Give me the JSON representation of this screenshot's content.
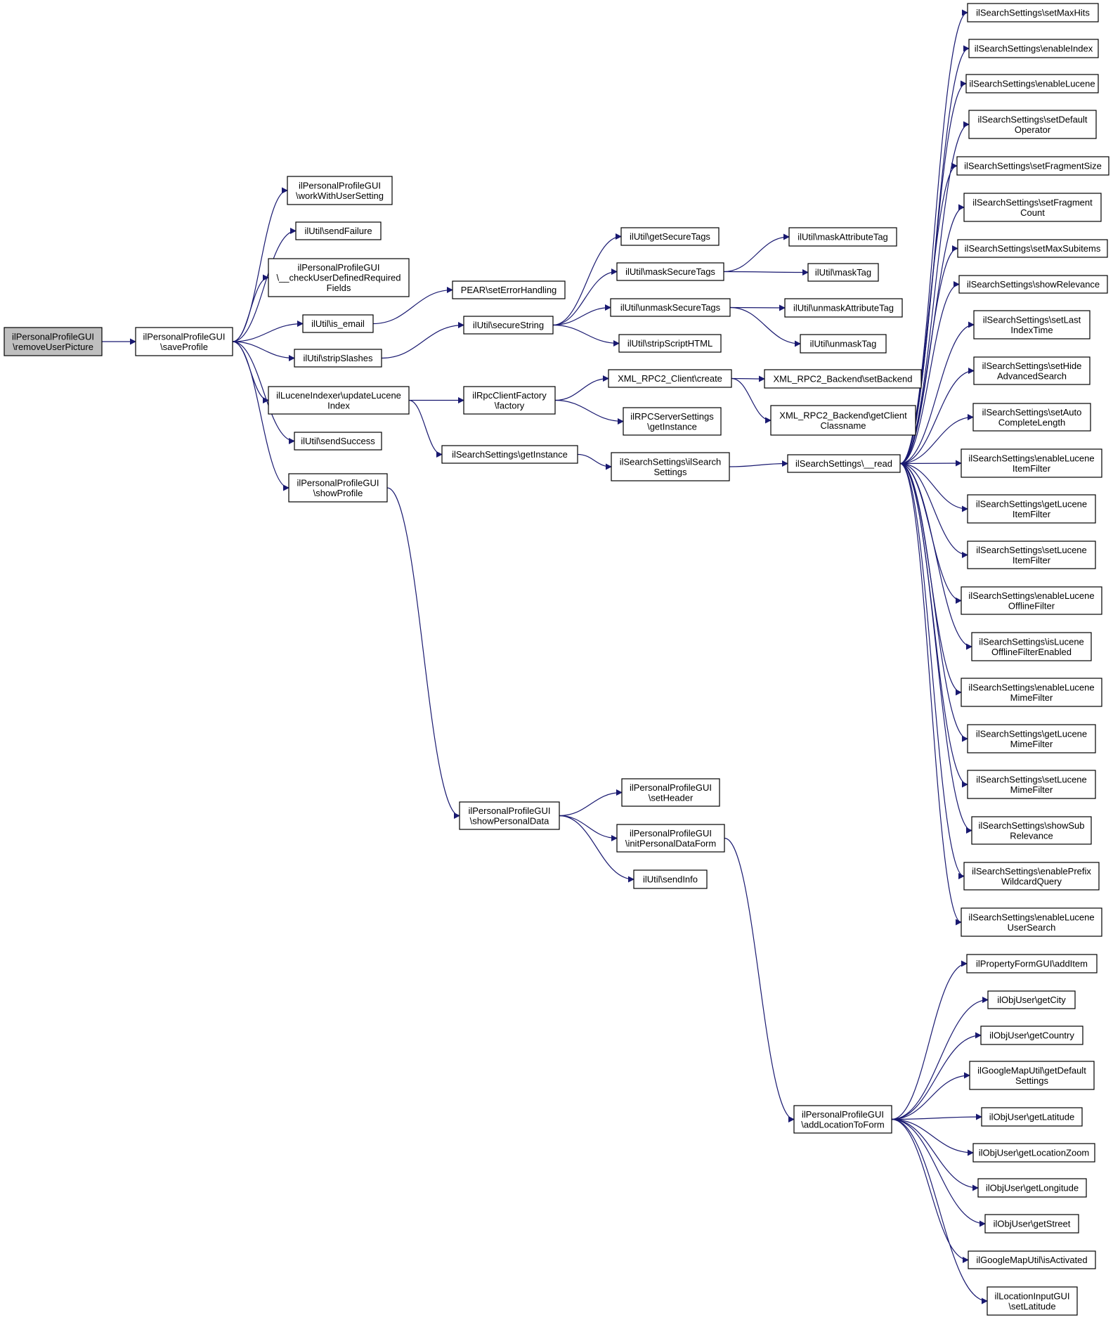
{
  "colors": {
    "edge": "#191970",
    "root_fill": "#bfbfbf",
    "node_border": "#000000"
  },
  "nodes": {
    "removeUserPicture": [
      "ilPersonalProfileGUI",
      "\\removeUserPicture"
    ],
    "saveProfile": [
      "ilPersonalProfileGUI",
      "\\saveProfile"
    ],
    "workWithUserSetting": [
      "ilPersonalProfileGUI",
      "\\workWithUserSetting"
    ],
    "sendFailure": [
      "ilUtil\\sendFailure"
    ],
    "checkUserDefinedRequiredFields": [
      "ilPersonalProfileGUI",
      "\\__checkUserDefinedRequired",
      "Fields"
    ],
    "is_email": [
      "ilUtil\\is_email"
    ],
    "stripSlashes": [
      "ilUtil\\stripSlashes"
    ],
    "updateLuceneIndex": [
      "ilLuceneIndexer\\updateLucene",
      "Index"
    ],
    "sendSuccess": [
      "ilUtil\\sendSuccess"
    ],
    "showProfile": [
      "ilPersonalProfileGUI",
      "\\showProfile"
    ],
    "setErrorHandling": [
      "PEAR\\setErrorHandling"
    ],
    "secureString": [
      "ilUtil\\secureString"
    ],
    "factory": [
      "ilRpcClientFactory",
      "\\factory"
    ],
    "getInstance": [
      "ilSearchSettings\\getInstance"
    ],
    "showPersonalData": [
      "ilPersonalProfileGUI",
      "\\showPersonalData"
    ],
    "getSecureTags": [
      "ilUtil\\getSecureTags"
    ],
    "maskSecureTags": [
      "ilUtil\\maskSecureTags"
    ],
    "unmaskSecureTags": [
      "ilUtil\\unmaskSecureTags"
    ],
    "stripScriptHTML": [
      "ilUtil\\stripScriptHTML"
    ],
    "xmlCreate": [
      "XML_RPC2_Client\\create"
    ],
    "rpcGetInstance": [
      "ilRPCServerSettings",
      "\\getInstance"
    ],
    "ilSearchSettingsCtor": [
      "ilSearchSettings\\ilSearch",
      "Settings"
    ],
    "setHeader": [
      "ilPersonalProfileGUI",
      "\\setHeader"
    ],
    "initPersonalDataForm": [
      "ilPersonalProfileGUI",
      "\\initPersonalDataForm"
    ],
    "sendInfo": [
      "ilUtil\\sendInfo"
    ],
    "maskAttributeTag": [
      "ilUtil\\maskAttributeTag"
    ],
    "maskTag": [
      "ilUtil\\maskTag"
    ],
    "unmaskAttributeTag": [
      "ilUtil\\unmaskAttributeTag"
    ],
    "unmaskTag": [
      "ilUtil\\unmaskTag"
    ],
    "setBackend": [
      "XML_RPC2_Backend\\setBackend"
    ],
    "getClientClassname": [
      "XML_RPC2_Backend\\getClient",
      "Classname"
    ],
    "read": [
      "ilSearchSettings\\__read"
    ],
    "addLocationToForm": [
      "ilPersonalProfileGUI",
      "\\addLocationToForm"
    ],
    "setMaxHits": [
      "ilSearchSettings\\setMaxHits"
    ],
    "enableIndex": [
      "ilSearchSettings\\enableIndex"
    ],
    "enableLucene": [
      "ilSearchSettings\\enableLucene"
    ],
    "setDefaultOperator": [
      "ilSearchSettings\\setDefault",
      "Operator"
    ],
    "setFragmentSize": [
      "ilSearchSettings\\setFragmentSize"
    ],
    "setFragmentCount": [
      "ilSearchSettings\\setFragment",
      "Count"
    ],
    "setMaxSubitems": [
      "ilSearchSettings\\setMaxSubitems"
    ],
    "showRelevance": [
      "ilSearchSettings\\showRelevance"
    ],
    "setLastIndexTime": [
      "ilSearchSettings\\setLast",
      "IndexTime"
    ],
    "setHideAdvancedSearch": [
      "ilSearchSettings\\setHide",
      "AdvancedSearch"
    ],
    "setAutoCompleteLength": [
      "ilSearchSettings\\setAuto",
      "CompleteLength"
    ],
    "enableLuceneItemFilter": [
      "ilSearchSettings\\enableLucene",
      "ItemFilter"
    ],
    "getLuceneItemFilter": [
      "ilSearchSettings\\getLucene",
      "ItemFilter"
    ],
    "setLuceneItemFilter": [
      "ilSearchSettings\\setLucene",
      "ItemFilter"
    ],
    "enableLuceneOfflineFilter": [
      "ilSearchSettings\\enableLucene",
      "OfflineFilter"
    ],
    "isLuceneOfflineFilterEnabled": [
      "ilSearchSettings\\isLucene",
      "OfflineFilterEnabled"
    ],
    "enableLuceneMimeFilter": [
      "ilSearchSettings\\enableLucene",
      "MimeFilter"
    ],
    "getLuceneMimeFilter": [
      "ilSearchSettings\\getLucene",
      "MimeFilter"
    ],
    "setLuceneMimeFilter": [
      "ilSearchSettings\\setLucene",
      "MimeFilter"
    ],
    "showSubRelevance": [
      "ilSearchSettings\\showSub",
      "Relevance"
    ],
    "enablePrefixWildcardQuery": [
      "ilSearchSettings\\enablePrefix",
      "WildcardQuery"
    ],
    "enableLuceneUserSearch": [
      "ilSearchSettings\\enableLucene",
      "UserSearch"
    ],
    "addItem": [
      "ilPropertyFormGUI\\addItem"
    ],
    "getCity": [
      "ilObjUser\\getCity"
    ],
    "getCountry": [
      "ilObjUser\\getCountry"
    ],
    "getDefaultSettings": [
      "ilGoogleMapUtil\\getDefault",
      "Settings"
    ],
    "getLatitude": [
      "ilObjUser\\getLatitude"
    ],
    "getLocationZoom": [
      "ilObjUser\\getLocationZoom"
    ],
    "getLongitude": [
      "ilObjUser\\getLongitude"
    ],
    "getStreet": [
      "ilObjUser\\getStreet"
    ],
    "isActivated": [
      "ilGoogleMapUtil\\isActivated"
    ],
    "setLatitude": [
      "ilLocationInputGUI",
      "\\setLatitude"
    ]
  },
  "edges": [
    [
      "removeUserPicture",
      "saveProfile"
    ],
    [
      "saveProfile",
      "workWithUserSetting"
    ],
    [
      "saveProfile",
      "sendFailure"
    ],
    [
      "saveProfile",
      "checkUserDefinedRequiredFields"
    ],
    [
      "saveProfile",
      "is_email"
    ],
    [
      "saveProfile",
      "stripSlashes"
    ],
    [
      "saveProfile",
      "updateLuceneIndex"
    ],
    [
      "saveProfile",
      "sendSuccess"
    ],
    [
      "saveProfile",
      "showProfile"
    ],
    [
      "is_email",
      "setErrorHandling"
    ],
    [
      "stripSlashes",
      "secureString"
    ],
    [
      "updateLuceneIndex",
      "factory"
    ],
    [
      "updateLuceneIndex",
      "getInstance"
    ],
    [
      "showProfile",
      "showPersonalData"
    ],
    [
      "secureString",
      "getSecureTags"
    ],
    [
      "secureString",
      "maskSecureTags"
    ],
    [
      "secureString",
      "unmaskSecureTags"
    ],
    [
      "secureString",
      "stripScriptHTML"
    ],
    [
      "factory",
      "xmlCreate"
    ],
    [
      "factory",
      "rpcGetInstance"
    ],
    [
      "getInstance",
      "ilSearchSettingsCtor"
    ],
    [
      "showPersonalData",
      "setHeader"
    ],
    [
      "showPersonalData",
      "initPersonalDataForm"
    ],
    [
      "showPersonalData",
      "sendInfo"
    ],
    [
      "maskSecureTags",
      "maskAttributeTag"
    ],
    [
      "maskSecureTags",
      "maskTag"
    ],
    [
      "unmaskSecureTags",
      "unmaskAttributeTag"
    ],
    [
      "unmaskSecureTags",
      "unmaskTag"
    ],
    [
      "xmlCreate",
      "setBackend"
    ],
    [
      "xmlCreate",
      "getClientClassname"
    ],
    [
      "ilSearchSettingsCtor",
      "read"
    ],
    [
      "initPersonalDataForm",
      "addLocationToForm"
    ],
    [
      "read",
      "setMaxHits"
    ],
    [
      "read",
      "enableIndex"
    ],
    [
      "read",
      "enableLucene"
    ],
    [
      "read",
      "setDefaultOperator"
    ],
    [
      "read",
      "setFragmentSize"
    ],
    [
      "read",
      "setFragmentCount"
    ],
    [
      "read",
      "setMaxSubitems"
    ],
    [
      "read",
      "showRelevance"
    ],
    [
      "read",
      "setLastIndexTime"
    ],
    [
      "read",
      "setHideAdvancedSearch"
    ],
    [
      "read",
      "setAutoCompleteLength"
    ],
    [
      "read",
      "enableLuceneItemFilter"
    ],
    [
      "read",
      "getLuceneItemFilter"
    ],
    [
      "read",
      "setLuceneItemFilter"
    ],
    [
      "read",
      "enableLuceneOfflineFilter"
    ],
    [
      "read",
      "isLuceneOfflineFilterEnabled"
    ],
    [
      "read",
      "enableLuceneMimeFilter"
    ],
    [
      "read",
      "getLuceneMimeFilter"
    ],
    [
      "read",
      "setLuceneMimeFilter"
    ],
    [
      "read",
      "showSubRelevance"
    ],
    [
      "read",
      "enablePrefixWildcardQuery"
    ],
    [
      "read",
      "enableLuceneUserSearch"
    ],
    [
      "addLocationToForm",
      "addItem"
    ],
    [
      "addLocationToForm",
      "getCity"
    ],
    [
      "addLocationToForm",
      "getCountry"
    ],
    [
      "addLocationToForm",
      "getDefaultSettings"
    ],
    [
      "addLocationToForm",
      "getLatitude"
    ],
    [
      "addLocationToForm",
      "getLocationZoom"
    ],
    [
      "addLocationToForm",
      "getLongitude"
    ],
    [
      "addLocationToForm",
      "getStreet"
    ],
    [
      "addLocationToForm",
      "isActivated"
    ],
    [
      "addLocationToForm",
      "setLatitude"
    ]
  ]
}
